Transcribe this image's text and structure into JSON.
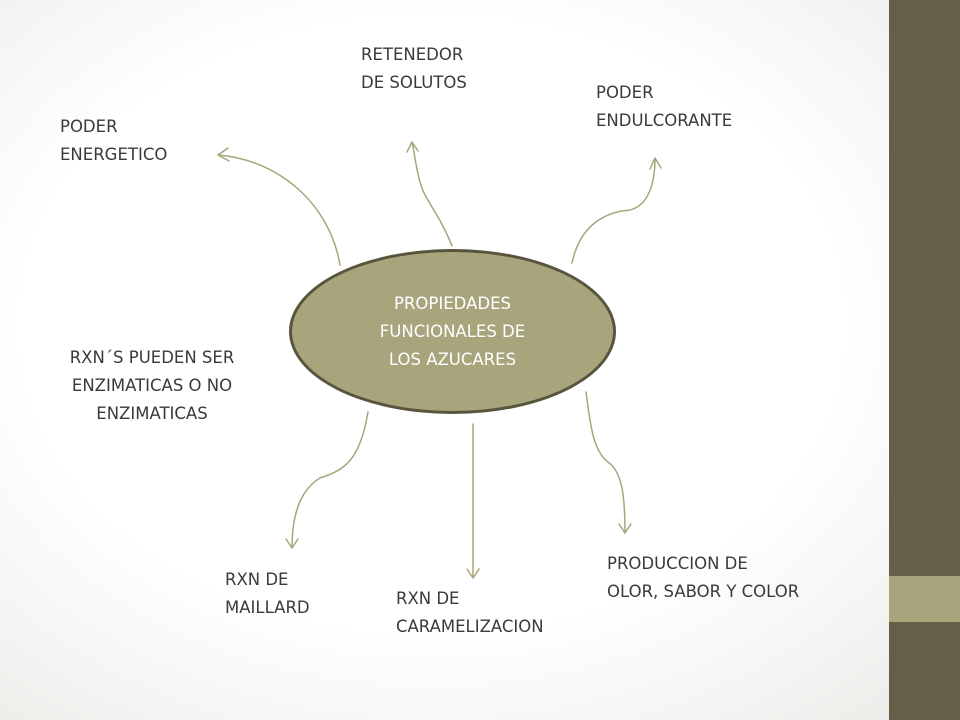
{
  "center": {
    "text": "PROPIEDADES\nFUNCIONALES DE\nLOS AZUCARES"
  },
  "nodes": {
    "poder_energetico": "PODER\nENERGETICO",
    "retenedor_solutos": "RETENEDOR\nDE SOLUTOS",
    "poder_endulcorante": "PODER\nENDULCORANTE",
    "rxn_enzimaticas": "RXN´S PUEDEN SER\nENZIMATICAS O NO\nENZIMATICAS",
    "rxn_maillard": "RXN DE\nMAILLARD",
    "rxn_caramelizacion": "RXN DE\nCARAMELIZACION",
    "produccion_olor": "PRODUCCION DE\nOLOR, SABOR Y COLOR"
  },
  "colors": {
    "ellipse_fill": "#a8a57d",
    "ellipse_border": "#58543d",
    "connector": "#a8a57d",
    "sidebar_dark": "#675e49",
    "sidebar_light": "#a8a57d",
    "text": "#3a3a3a"
  }
}
